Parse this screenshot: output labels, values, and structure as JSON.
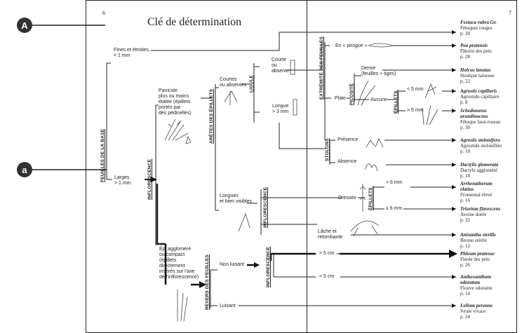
{
  "page_numbers": {
    "left": "6",
    "right": "7"
  },
  "title": "Clé de détermination",
  "callouts": {
    "A": "A",
    "a": "a"
  },
  "axes": {
    "base": "FEUILLES DE LA BASE",
    "inflo1": "INFLORESCENCE",
    "aretes": "ARÊTES DES ÉPILLETS",
    "ligule": "LIGULE",
    "extremite": "EXTRÉMITÉ DES FEUILLES",
    "pilosite": "PILOSITÉ",
    "epillets1": "ÉPILLETS",
    "stolons": "STOLONS",
    "inflo2": "INFLORESCENCE",
    "epillets2": "ÉPILLETS",
    "revers": "REVERS DES FEUILLES",
    "inflo3": "INFLORESCENCE"
  },
  "labels": {
    "fines": "Fines et étroites,\n< 1 mm",
    "larges": "Larges\n> 1 mm",
    "panicule": "Panicule\nplus ou moins\nétalée (épillets\nportés par\ndes pédicelles)",
    "courtes": "Courtes\nou absentes",
    "courte_abs": "Courte\nou\nabsente",
    "longue": "Longue\n> 3 mm",
    "pirogue": "En « pirogue »",
    "plate": "Plate",
    "dense": "Dense\n(feuilles + tiges)",
    "aucune": "Aucune",
    "lt5": "< 5 mm",
    "gt5": "> 5 mm",
    "presence": "Présence",
    "absence": "Absence",
    "longues": "Longues\net bien visibles",
    "dressee": "Dressée",
    "gt6": "> 6 mm",
    "le6": "≤ 6 mm",
    "lache": "Lâche et\nretombante",
    "epi": "Épi aggloméré\nou compact\n(épillets\ndirectement\ninsérés sur l'axe\nde l'inflorescence)",
    "nonluisant": "Non luisant",
    "luisant": "Luisant",
    "gt5cm": "> 5 cm",
    "lt5cm": "< 5 cm"
  },
  "species": [
    {
      "latin": "Festuca rubra Gr.",
      "common": "Fétuques rouges",
      "page": "p. 20"
    },
    {
      "latin": "Poa pratensis",
      "common": "Pâturin des prés",
      "page": "p. 28"
    },
    {
      "latin": "Holcus lanatus",
      "common": "Houlque laineuse",
      "page": "p. 22"
    },
    {
      "latin": "Agrostis capillaris",
      "common": "Agrostide capillaire",
      "page": "p. 8"
    },
    {
      "latin": "Schedonorus\narundinaceus",
      "common": "Fétuque faux-roseau",
      "page": "p. 30"
    },
    {
      "latin": "Agrostis stolonifera",
      "common": "Agrostide stolonifère",
      "page": "p. 10"
    },
    {
      "latin": "Dactylis glomerata",
      "common": "Dactyle aggloméré",
      "page": "p. 18"
    },
    {
      "latin": "Arrhenatherum\nelatius",
      "common": "Fromental élevé",
      "page": "p. 16"
    },
    {
      "latin": "Trisetum flavescens",
      "common": "Avoine dorée",
      "page": "p. 32"
    },
    {
      "latin": "Anisantha sterilis",
      "common": "Brome stérile",
      "page": "p. 12"
    },
    {
      "latin": "Phleum pratense",
      "common": "Fléole des prés",
      "page": "p. 26"
    },
    {
      "latin": "Anthoxanthum\nodoratum",
      "common": "Flouve odorante",
      "page": "p. 14"
    },
    {
      "latin": "Lolium perenne",
      "common": "Ivraie vivace",
      "page": "p. 24"
    }
  ]
}
